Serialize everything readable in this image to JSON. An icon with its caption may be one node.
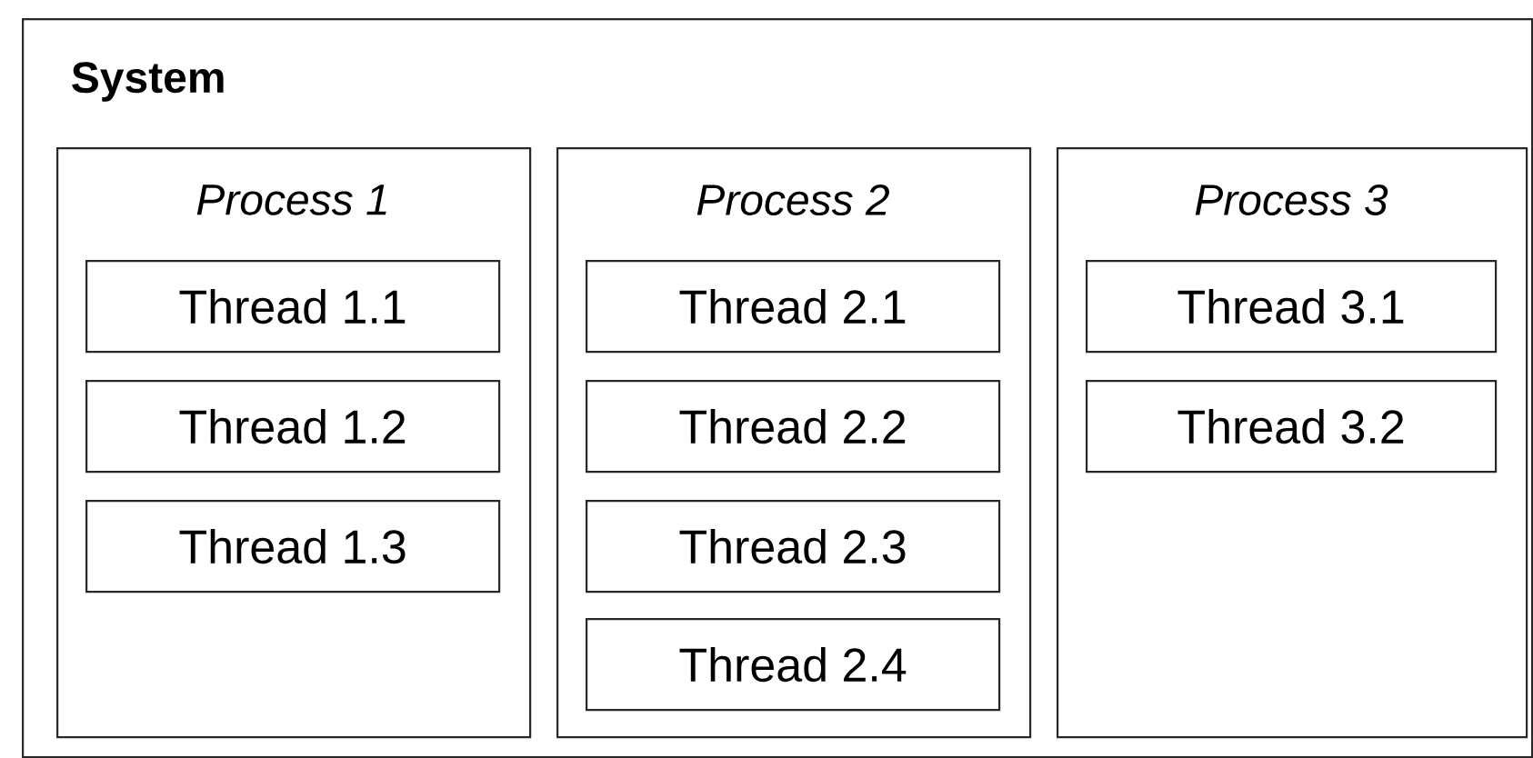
{
  "diagram": {
    "nodes": [
      {
        "text": [
          "System"
        ]
      },
      {
        "text": [
          "Process 1"
        ],
        "in": 0
      },
      {
        "text": [
          "Thread 1.1"
        ],
        "in": 1
      },
      {
        "text": [
          "Thread 1.2"
        ],
        "in": 1
      },
      {
        "text": [
          "Thread 1.3"
        ],
        "in": 1
      },
      {
        "text": [
          "Process 2"
        ],
        "in": 0
      },
      {
        "text": [
          "Thread 2.1"
        ],
        "in": 5
      },
      {
        "text": [
          "Thread 2.2"
        ],
        "in": 5
      },
      {
        "text": [
          "Thread 2.3"
        ],
        "in": 5
      },
      {
        "text": [
          "Thread 2.4"
        ],
        "in": 5
      },
      {
        "text": [
          "Process 3"
        ],
        "in": 0
      },
      {
        "text": [
          "Thread 3.1"
        ],
        "in": 10
      },
      {
        "text": [
          "Thread 3.2"
        ],
        "in": 10
      }
    ]
  }
}
